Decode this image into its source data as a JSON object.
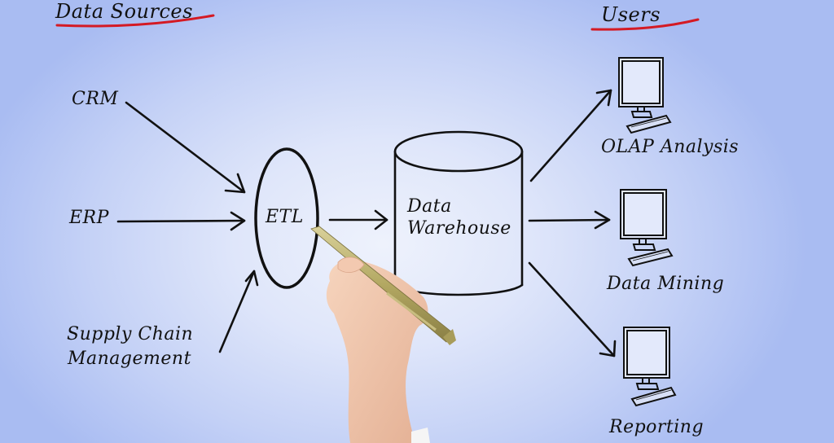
{
  "diagram": {
    "title_left": "Data Sources",
    "title_right": "Users",
    "sources": [
      {
        "label": "CRM"
      },
      {
        "label": "ERP"
      },
      {
        "label_line1": "Supply Chain",
        "label_line2": "Management"
      }
    ],
    "process": {
      "label": "ETL"
    },
    "store": {
      "label_line1": "Data",
      "label_line2": "Warehouse"
    },
    "users": [
      {
        "label": "OLAP Analysis",
        "icon": "computer-icon"
      },
      {
        "label": "Data Mining",
        "icon": "computer-icon"
      },
      {
        "label": "Reporting",
        "icon": "computer-icon"
      }
    ],
    "edges": [
      {
        "from": "CRM",
        "to": "ETL"
      },
      {
        "from": "ERP",
        "to": "ETL"
      },
      {
        "from": "Supply Chain Management",
        "to": "ETL"
      },
      {
        "from": "ETL",
        "to": "Data Warehouse"
      },
      {
        "from": "Data Warehouse",
        "to": "OLAP Analysis"
      },
      {
        "from": "Data Warehouse",
        "to": "Data Mining"
      },
      {
        "from": "Data Warehouse",
        "to": "Reporting"
      }
    ],
    "colors": {
      "ink": "#111111",
      "underline": "#d41a24",
      "background_center": "#eef2fc",
      "background_edge": "#a9bcf2",
      "pen": "#b8ad6e",
      "skin": "#efc4a8"
    }
  }
}
